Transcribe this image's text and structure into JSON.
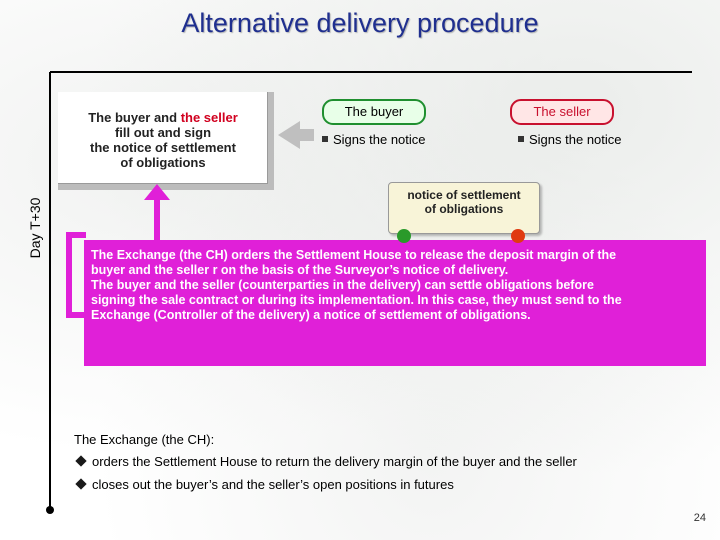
{
  "title": "Alternative delivery procedure",
  "timeline": {
    "day_label": "Day T+30"
  },
  "note_box": {
    "line1_part1": "The buyer and ",
    "line1_part2": "the seller",
    "line2": "fill out and sign",
    "line3": "the notice of settlement",
    "line4": "of obligations"
  },
  "buyer": {
    "label": "The buyer",
    "bullet": "Signs the notice"
  },
  "seller": {
    "label": "The seller",
    "bullet": "Signs the notice"
  },
  "scroll": {
    "line1": "notice of settlement",
    "line2": "of obligations"
  },
  "magenta_box": {
    "line1": "The Exchange (the CH) orders the Settlement House to release the deposit margin of the",
    "line2": "buyer and the seller r on the basis of the Surveyor’s notice of delivery.",
    "line3": "The buyer and the seller (counterparties in the delivery) can settle obligations before",
    "line4": "signing the sale contract or during its implementation. In this case, they must send to the",
    "line5": "Exchange (Controller of the delivery) a notice of settlement of obligations."
  },
  "exchange": {
    "title": "The Exchange (the CH):",
    "items": [
      "orders the Settlement House to return the delivery margin of the buyer and the seller",
      "closes out the buyer’s and the seller’s open positions in futures"
    ]
  },
  "page_number": "24",
  "colors": {
    "title": "#1f2f8f",
    "accent_red": "#d1001f",
    "magenta": "#e020d8",
    "buyer_green": "#1f8f2f",
    "seller_red": "#c8102e"
  }
}
